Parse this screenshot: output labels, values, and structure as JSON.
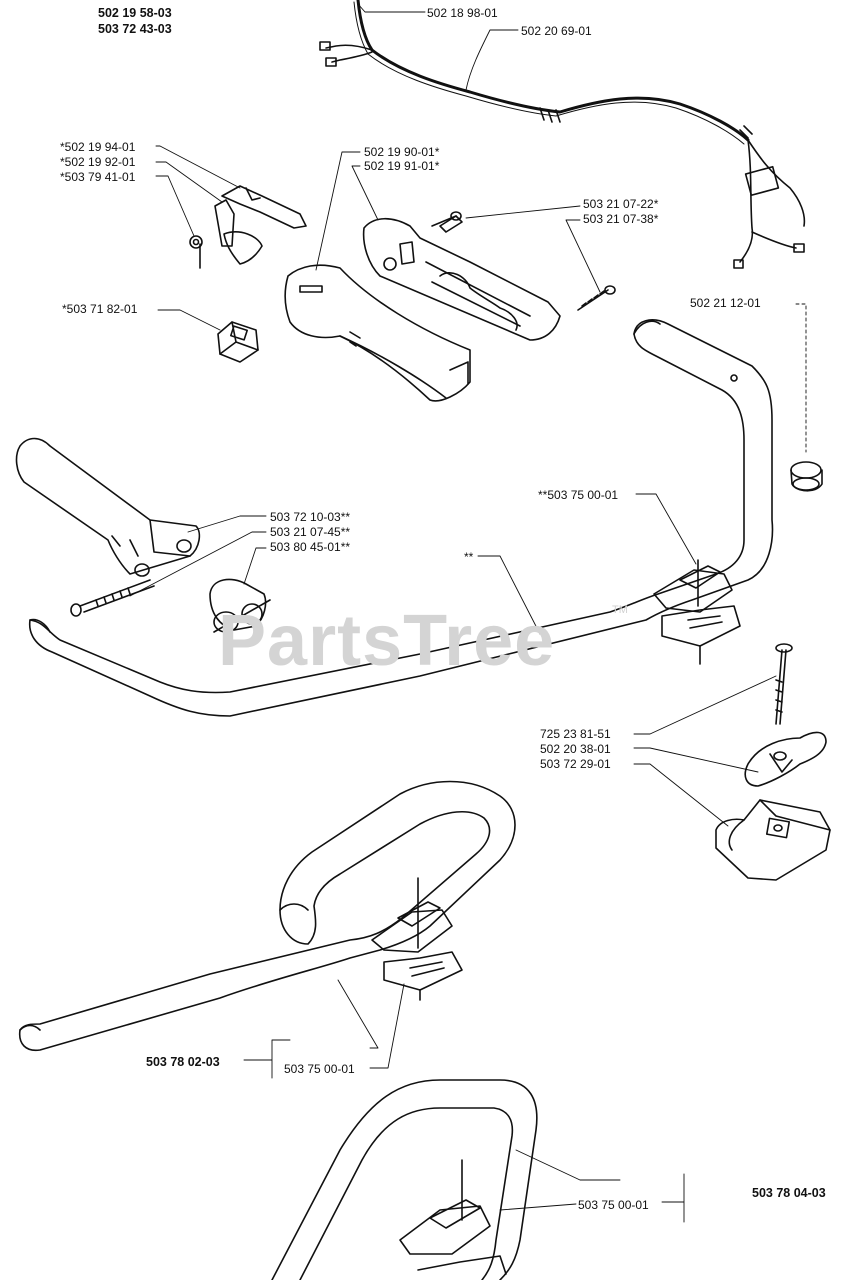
{
  "assembly_numbers": {
    "top_a": "502 19 58-03",
    "top_b": "503 72 43-03",
    "mid": "503 78 02-03",
    "bottom": "503 78 04-03"
  },
  "part_labels": {
    "p01": "502 18 98-01",
    "p02": "502 20 69-01",
    "p03": "*502 19 94-01",
    "p04": "*502 19 92-01",
    "p05": "*503 79 41-01",
    "p06": "502 19 90-01*",
    "p07": "502 19 91-01*",
    "p08": "503 21 07-22*",
    "p09": "503 21 07-38*",
    "p10": "*503 71 82-01",
    "p11": "502 21 12-01",
    "p12": "**503 75 00-01",
    "p13": "503 72 10-03**",
    "p14": "503 21 07-45**",
    "p15": "503 80 45-01**",
    "p16": "**",
    "p17": "725 23 81-51",
    "p18": "502 20 38-01",
    "p19": "503 72 29-01",
    "p20": "503 75 00-01",
    "p21": "503 75 00-01"
  },
  "watermark": {
    "text": "PartsTree",
    "tm": "TM"
  }
}
